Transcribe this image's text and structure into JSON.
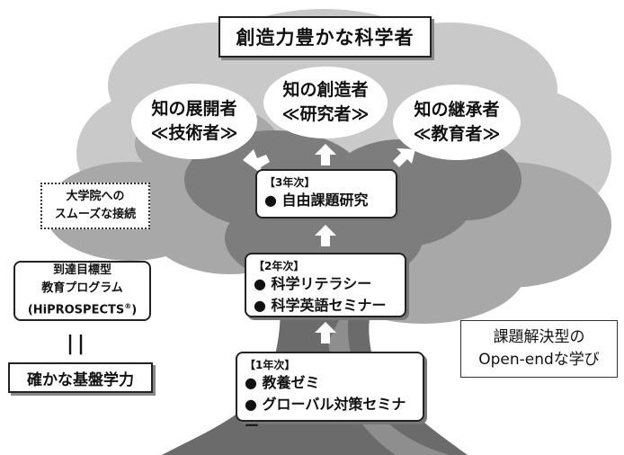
{
  "title": "創造力豊かな科学者",
  "roles": {
    "left": {
      "line1": "知の展開者",
      "line2": "≪技術者≫"
    },
    "center": {
      "line1": "知の創造者",
      "line2": "≪研究者≫"
    },
    "right": {
      "line1": "知の継承者",
      "line2": "≪教育者≫"
    }
  },
  "year3": {
    "label": "【3年次】",
    "items": [
      "● 自由課題研究"
    ]
  },
  "year2": {
    "label": "【2年次】",
    "items": [
      "● 科学リテラシー",
      "● 科学英語セミナー"
    ]
  },
  "year1": {
    "label": "【1年次】",
    "items": [
      "● 教養ゼミ",
      "● グローバル対策セミナー"
    ]
  },
  "graduate_note": {
    "line1": "大学院への",
    "line2": "スムーズな接続"
  },
  "goal_program": {
    "line1": "到達目標型",
    "line2": "教育プログラム",
    "line3": "(HiPROSPECTS",
    "mark": "®",
    "line3_end": ")"
  },
  "equals": "||",
  "foundation": "確かな基盤学力",
  "open_end": {
    "line1": "課題解決型の",
    "line2": "Open-endな学び"
  },
  "colors": {
    "canopy_light": "#c8c8c8",
    "canopy_mid": "#a6a6a6",
    "canopy_dark": "#7a7a7a",
    "trunk": "#6b6b6b"
  }
}
